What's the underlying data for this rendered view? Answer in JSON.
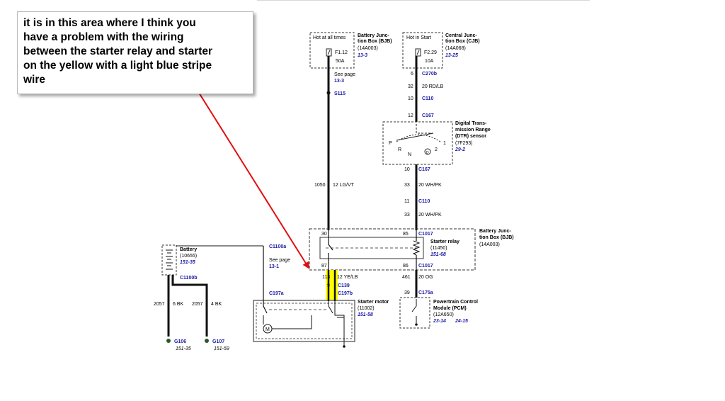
{
  "annotation": {
    "text": "it is in this area where I think you\nhave a problem with the wiring\nbetween the starter relay and starter\non the yellow with a light blue stripe\nwire",
    "arrow_color": "#e01010",
    "highlight_color": "#ffff00"
  },
  "colors": {
    "link": "#1a1aa6",
    "wire": "#111111"
  },
  "bjb_top": {
    "hot": "Hot at all times",
    "fuse": "F1.12",
    "amps": "50A",
    "name1": "Battery Junc-",
    "name2": "tion Box (BJB)",
    "part": "(14A003)",
    "page": "13-3"
  },
  "cjb_top": {
    "hot": "Hot in Start",
    "fuse": "F2.29",
    "amps": "10A",
    "name1": "Central Junc-",
    "name2": "tion Box (CJB)",
    "part": "(14A068)",
    "page": "13-25"
  },
  "left_feed": {
    "see": "See page",
    "page": "13-3",
    "splice": "S115",
    "circuit": "1050",
    "wire": "12 LG/VT"
  },
  "right_feed": {
    "c1": {
      "pin": "6",
      "conn": "C270b"
    },
    "w1": {
      "circuit": "32",
      "wire": "20 RD/LB"
    },
    "c2": {
      "pin": "10",
      "conn": "C110"
    },
    "c3": {
      "pin": "12",
      "conn": "C167"
    },
    "c4": {
      "pin": "10",
      "conn": "C167"
    },
    "w2": {
      "circuit": "33",
      "wire": "20 WH/PK"
    },
    "c5": {
      "pin": "11",
      "conn": "C110"
    },
    "w3": {
      "circuit": "33",
      "wire": "20 WH/PK"
    }
  },
  "dtr": {
    "l1": "Digital Trans-",
    "l2": "mission Range",
    "l3": "(DTR) sensor",
    "part": "(7F293)",
    "page": "29-2",
    "p": "P",
    "r": "R",
    "n": "N",
    "d": "D",
    "two": "2",
    "one": "1"
  },
  "relay": {
    "pin30": "30",
    "pin85": "85",
    "conn_top": "C1017",
    "name": "Starter relay",
    "part": "(11450)",
    "page": "151-68",
    "bjb1": "Battery Junc-",
    "bjb2": "tion Box (BJB)",
    "bjb_part": "(14A003)",
    "pin87": "87",
    "pin86": "86",
    "conn_bot": "C1017"
  },
  "starter_wire": {
    "circuit": "113",
    "wire": "12 YE/LB",
    "pin": "9",
    "conn1": "C139",
    "conn2": "C197b"
  },
  "pcm_wire": {
    "circuit": "461",
    "wire": "20 OG",
    "pin": "39",
    "conn": "C175a"
  },
  "pcm": {
    "l1": "Powertrain Control",
    "l2": "Module (PCM)",
    "part": "(12A650)",
    "page1": "23-14",
    "page2": "24-15"
  },
  "battery": {
    "name": "Battery",
    "part": "(10655)",
    "page": "151-35",
    "conn": "C1100b",
    "conn_a": "C1100a",
    "see": "See page",
    "see_page": "13-1",
    "conn_b": "C197a"
  },
  "starter": {
    "name": "Starter motor",
    "part": "(11002)",
    "page": "151-58",
    "m": "M"
  },
  "grounds": {
    "w1": {
      "circuit": "2057",
      "wire": "6 BK"
    },
    "w2": {
      "circuit": "2057",
      "wire": "4 BK"
    },
    "g1": {
      "id": "G106",
      "page": "151-35"
    },
    "g2": {
      "id": "G107",
      "page": "151-59"
    }
  }
}
